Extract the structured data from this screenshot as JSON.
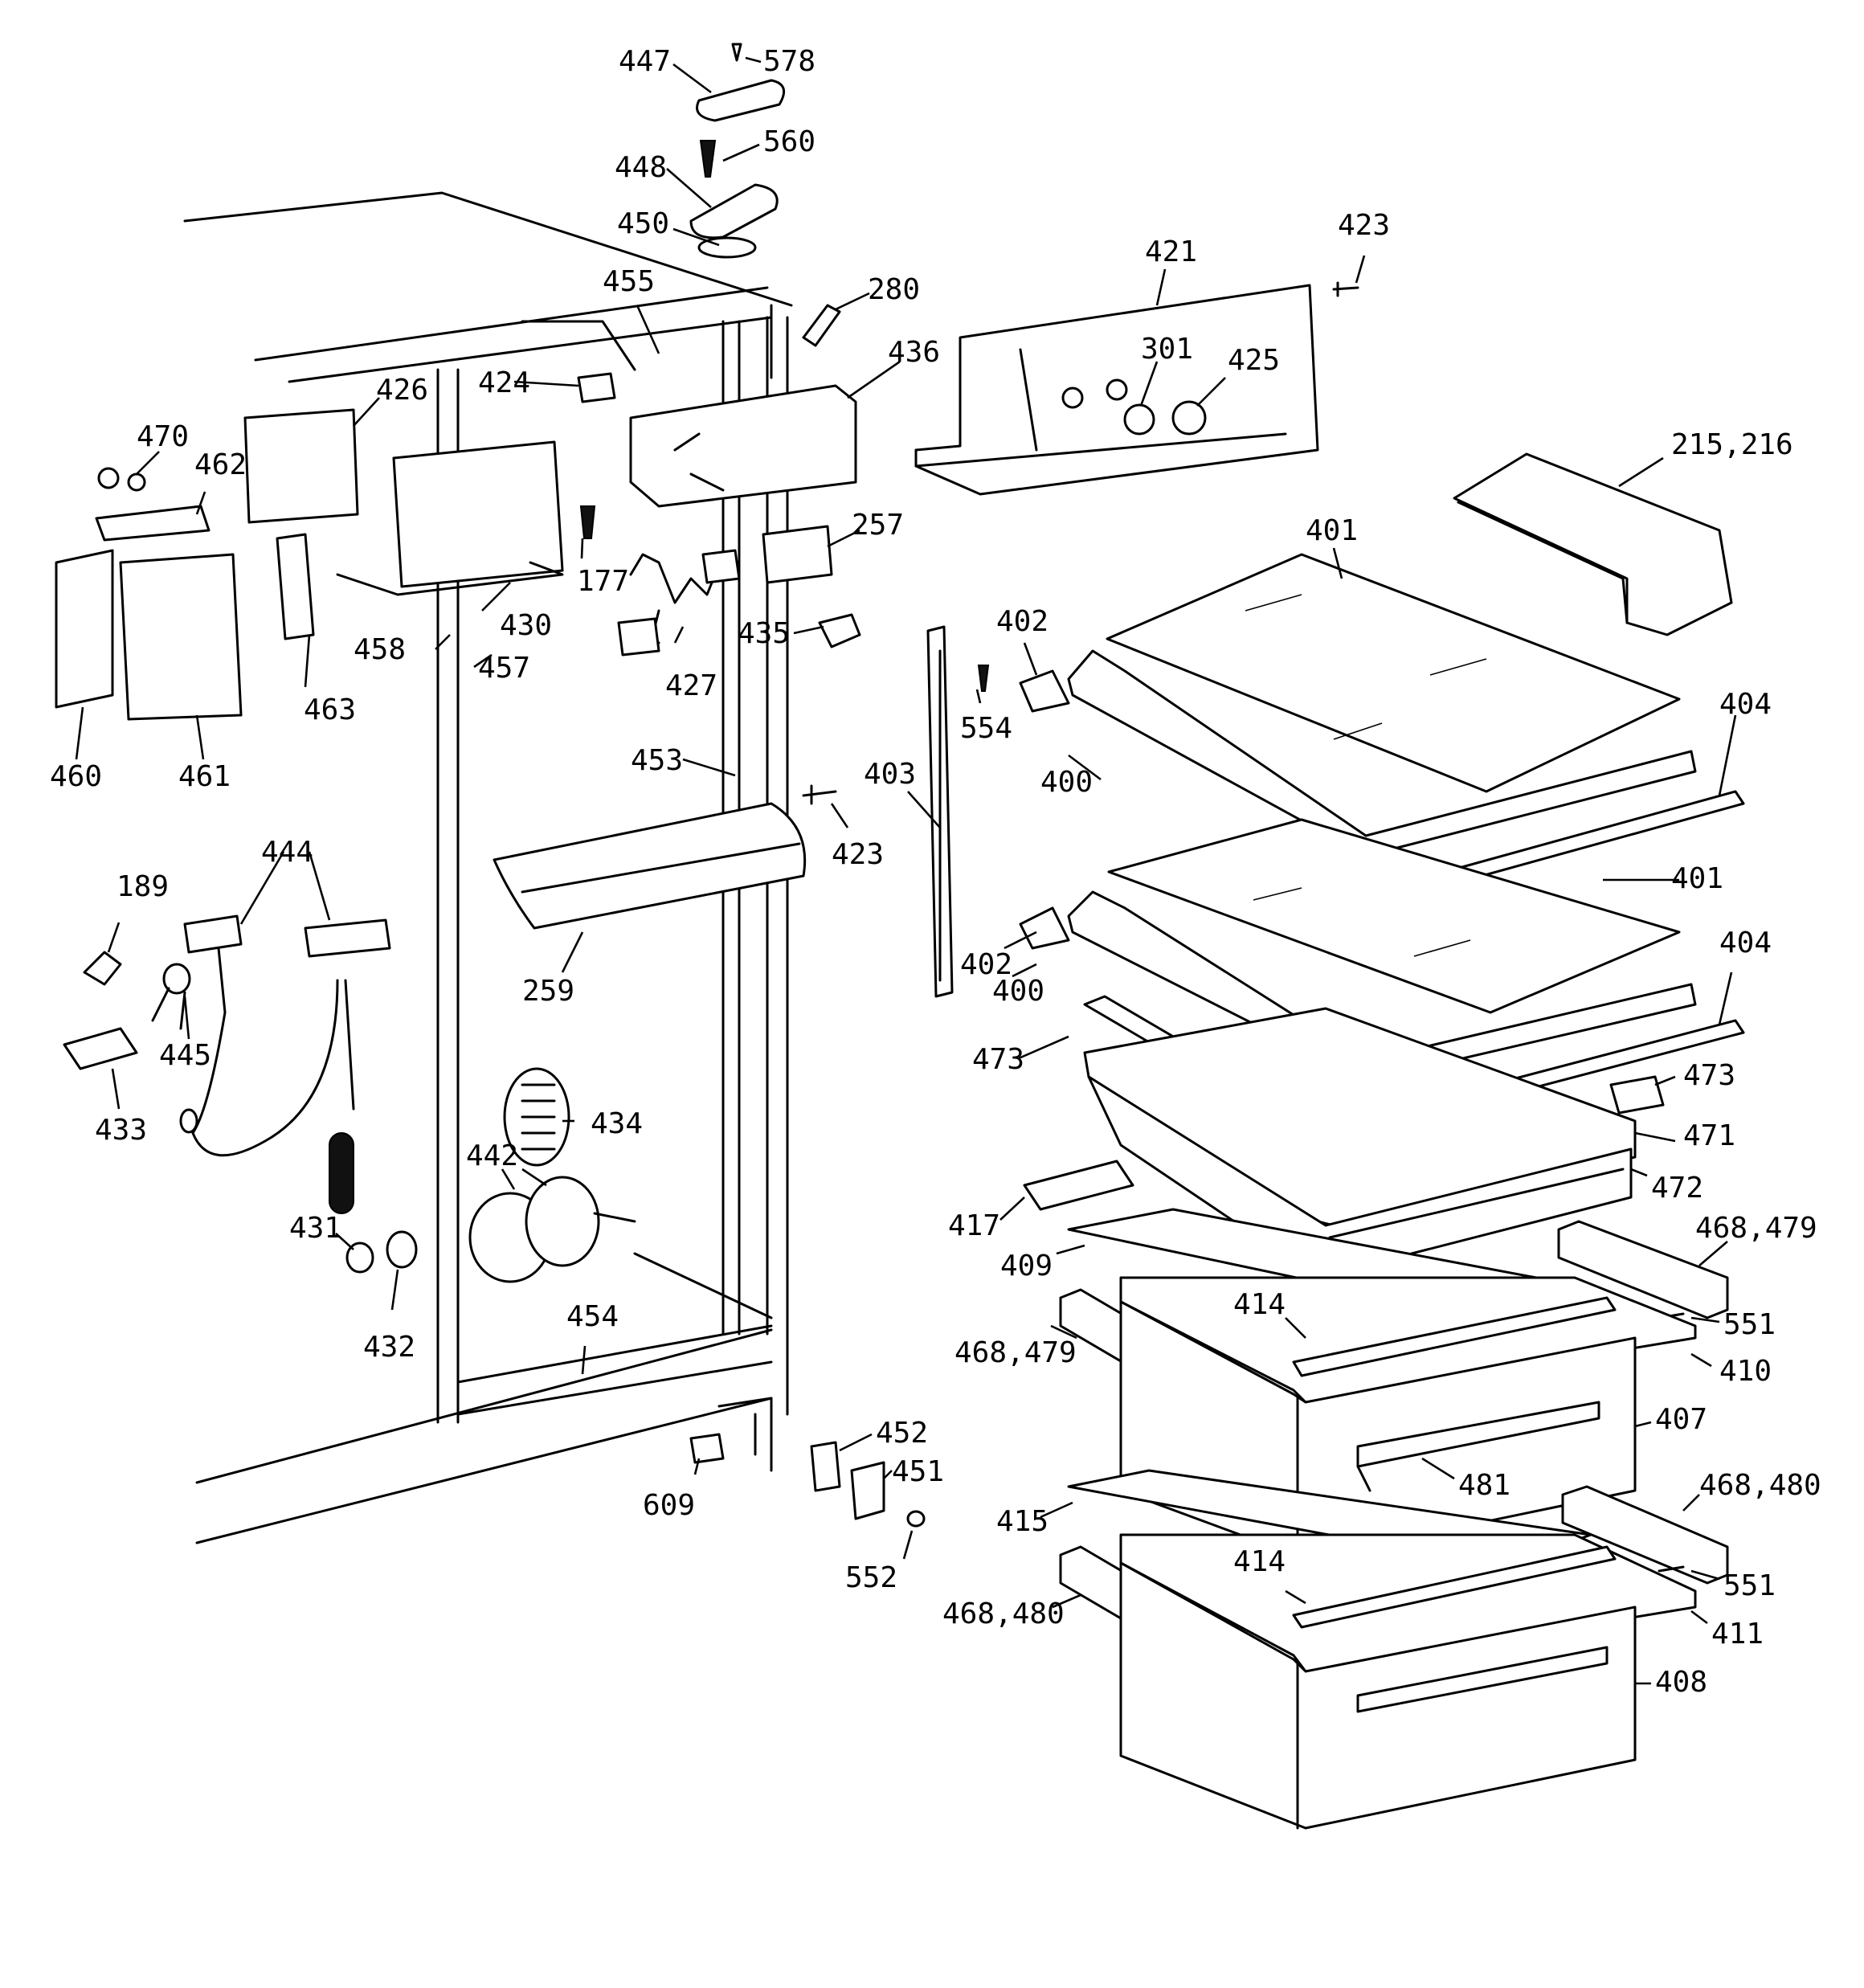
{
  "callouts": {
    "p447": "447",
    "p578": "578",
    "p560": "560",
    "p448": "448",
    "p450": "450",
    "p455": "455",
    "p280": "280",
    "p421": "421",
    "p423a": "423",
    "p426": "426",
    "p424": "424",
    "p436": "436",
    "p301": "301",
    "p425": "425",
    "p470": "470",
    "p462": "462",
    "p215_216": "215,216",
    "p177": "177",
    "p257": "257",
    "p401a": "401",
    "p430": "430",
    "p458": "458",
    "p457": "457",
    "p435": "435",
    "p402a": "402",
    "p463": "463",
    "p427": "427",
    "p554": "554",
    "p404a": "404",
    "p460": "460",
    "p461": "461",
    "p453": "453",
    "p403": "403",
    "p400a": "400",
    "p423b": "423",
    "p444": "444",
    "p189": "189",
    "p401b": "401",
    "p259": "259",
    "p402b": "402",
    "p400b": "400",
    "p404b": "404",
    "p445": "445",
    "p473a": "473",
    "p473b": "473",
    "p433": "433",
    "p434": "434",
    "p471": "471",
    "p442": "442",
    "p472": "472",
    "p417": "417",
    "p431": "431",
    "p409": "409",
    "p468_479a": "468,479",
    "p414a": "414",
    "p551a": "551",
    "p454": "454",
    "p432": "432",
    "p468_479b": "468,479",
    "p410": "410",
    "p407": "407",
    "p452": "452",
    "p451": "451",
    "p481": "481",
    "p468_480a": "468,480",
    "p609": "609",
    "p415": "415",
    "p552": "552",
    "p414b": "414",
    "p551b": "551",
    "p468_480b": "468,480",
    "p411": "411",
    "p408": "408"
  }
}
